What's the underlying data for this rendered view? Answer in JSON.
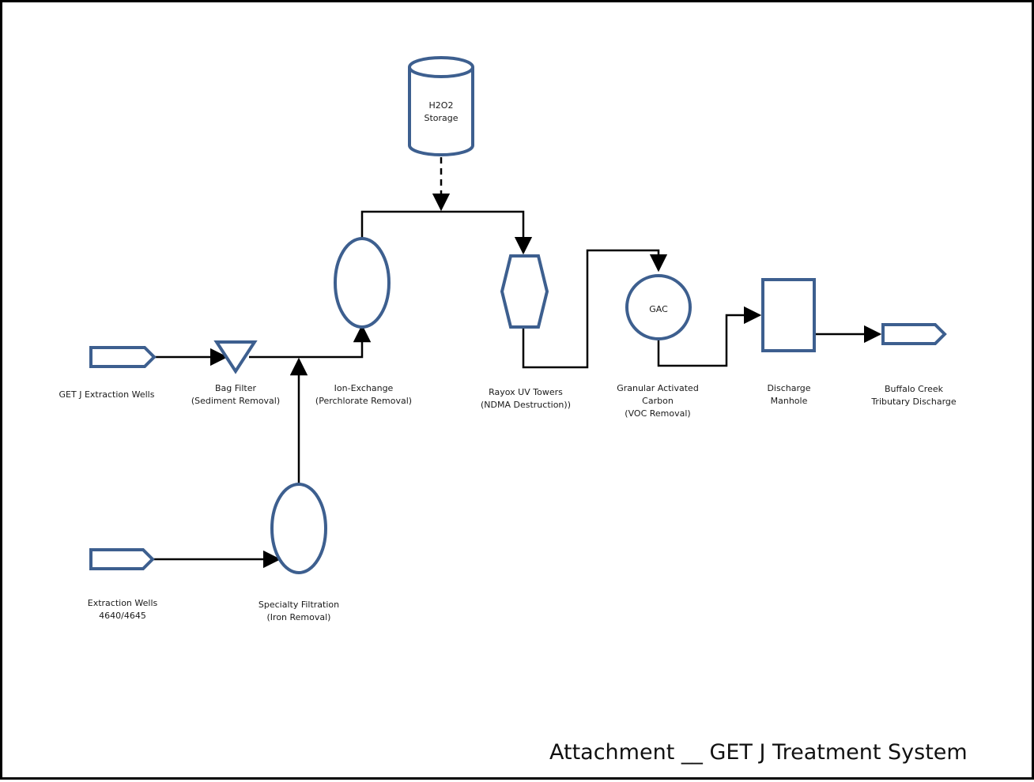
{
  "nodes": {
    "getj_wells": {
      "label_lines": [
        "GET J Extraction Wells"
      ]
    },
    "bag_filter": {
      "label_lines": [
        "Bag Filter",
        "(Sediment Removal)"
      ]
    },
    "ion_exchange": {
      "label_lines": [
        "Ion-Exchange",
        "(Perchlorate Removal)"
      ]
    },
    "h2o2": {
      "label_lines": [
        "H2O2",
        "Storage"
      ]
    },
    "rayox": {
      "label_lines": [
        "Rayox UV Towers",
        "(NDMA Destruction))"
      ]
    },
    "gac": {
      "inner": "GAC",
      "label_lines": [
        "Granular Activated",
        "Carbon",
        "(VOC Removal)"
      ]
    },
    "manhole": {
      "label_lines": [
        "Discharge",
        "Manhole"
      ]
    },
    "buffalo": {
      "label_lines": [
        "Buffalo Creek",
        "Tributary  Discharge"
      ]
    },
    "wells_4640": {
      "label_lines": [
        "Extraction Wells",
        "4640/4645"
      ]
    },
    "specialty": {
      "label_lines": [
        "Specialty Filtration",
        "(Iron Removal)"
      ]
    }
  },
  "caption": "Attachment __ GET J Treatment System",
  "colors": {
    "shape_stroke": "#3d5f8f",
    "pipe": "#000000"
  }
}
